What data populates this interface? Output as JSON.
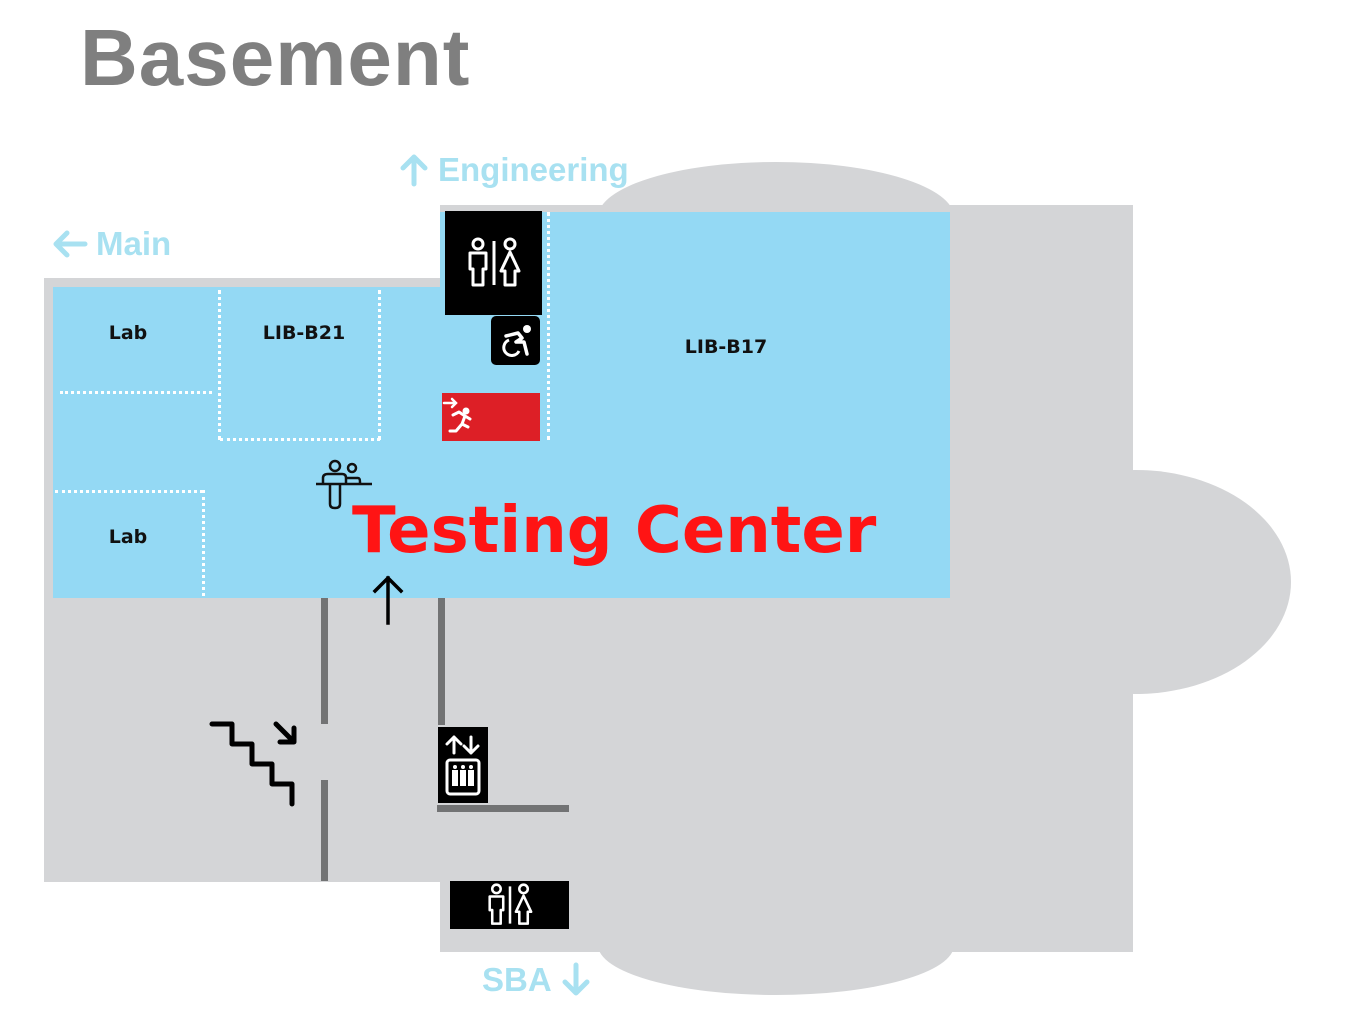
{
  "map": {
    "title": "Basement",
    "directions": [
      {
        "label": "Engineering",
        "arrow": "arrow-up"
      },
      {
        "label": "Main",
        "arrow": "arrow-left"
      },
      {
        "label": "SBA",
        "arrow": "arrow-down"
      }
    ],
    "rooms": [
      {
        "label": "Lab"
      },
      {
        "label": "LIB-B21"
      },
      {
        "label": "LIB-B17"
      },
      {
        "label": "Lab"
      }
    ],
    "highlight": {
      "label": "Testing Center",
      "color": "#ff1414"
    },
    "icons": {
      "restroom_top": "restroom-icon",
      "accessible": "wheelchair-icon",
      "exit": "emergency-exit-icon",
      "info_desk": "service-desk-icon",
      "entrance_arrow": "arrow-up",
      "stairs": "stairs-down-icon",
      "elevator": "elevator-icon",
      "restroom_bottom": "restroom-icon"
    },
    "colors": {
      "floor": "#d4d5d7",
      "area": "#94d9f4",
      "wall": "#727374",
      "direction_text": "#a8e1f1",
      "title": "#7f7f7f",
      "exit": "#dd1f26"
    }
  }
}
